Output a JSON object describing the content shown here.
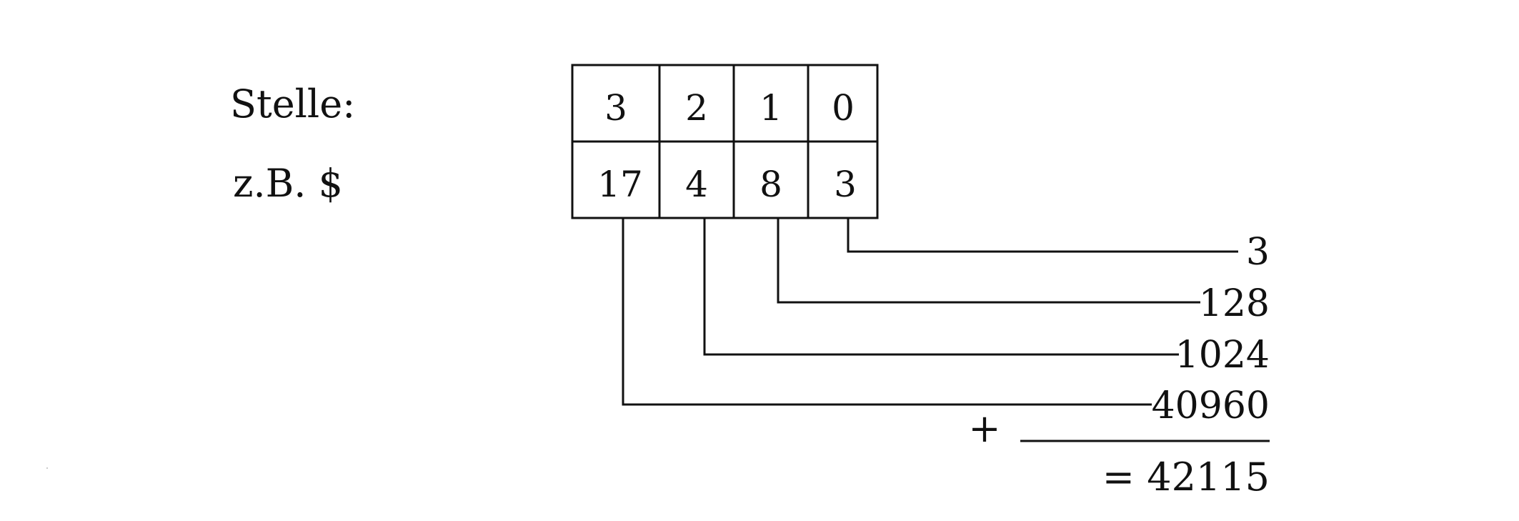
{
  "labels": {
    "position_label": "Stelle:",
    "example_label": "z.B. $"
  },
  "positions": [
    "3",
    "2",
    "1",
    "0"
  ],
  "digits": [
    "17",
    "4",
    "8",
    "3"
  ],
  "contributions": [
    "3",
    "128",
    "1024",
    "40960"
  ],
  "plus_sign": "+",
  "result": "= 42115",
  "colors": {
    "ink": "#111111",
    "background": "#ffffff"
  }
}
